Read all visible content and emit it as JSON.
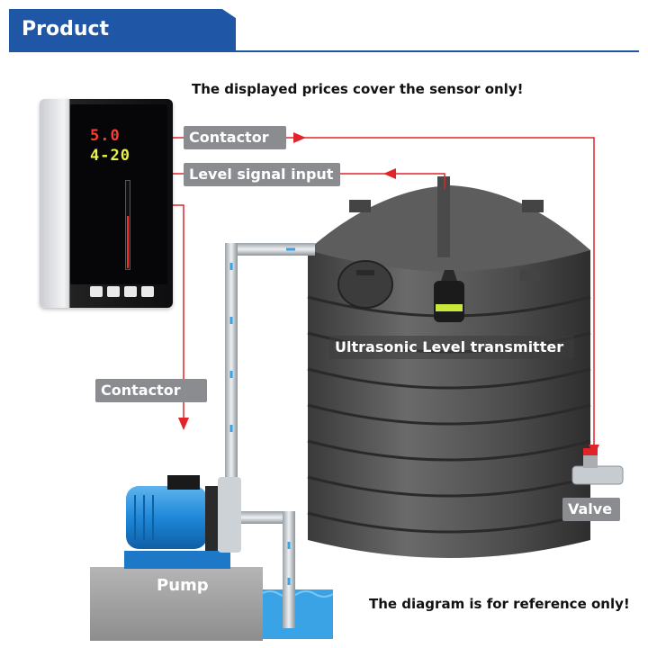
{
  "header": {
    "title": "Product Application"
  },
  "notes": {
    "top": "The displayed prices cover the sensor only!",
    "bottom": "The diagram is for reference only!"
  },
  "labels": {
    "contactor_top": "Contactor",
    "level_signal_input": "Level signal input",
    "contactor_left": "Contactor",
    "ultrasonic_transmitter": "Ultrasonic Level transmitter",
    "valve": "Valve",
    "pump": "Pump"
  },
  "controller": {
    "pv_display": "5.0",
    "sv_display": "4-20",
    "level_fraction": 0.6
  },
  "colors": {
    "header_blue": "#1f57a6",
    "signal_red": "#e0242a",
    "label_grey": "#8a8c90",
    "tank_dark": "#4b4b4b",
    "pump_blue": "#1e88d8",
    "water_blue": "#39a3e6"
  }
}
